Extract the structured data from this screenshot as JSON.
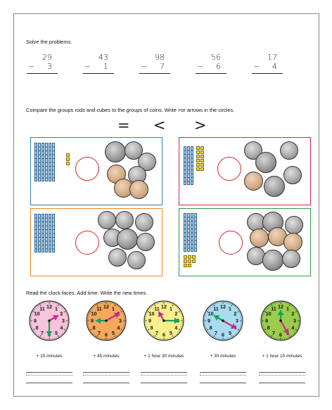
{
  "section1": {
    "instruction": "Solve the problems.",
    "problems": [
      {
        "top": "29",
        "op": "−",
        "bottom": "3"
      },
      {
        "top": "43",
        "op": "−",
        "bottom": "1"
      },
      {
        "top": "98",
        "op": "−",
        "bottom": "7"
      },
      {
        "top": "56",
        "op": "−",
        "bottom": "6"
      },
      {
        "top": "17",
        "op": "−",
        "bottom": "4"
      }
    ]
  },
  "section2": {
    "instruction": "Compare the groups rods and cubes to the groups of coins. Write =or arrows in the circles.",
    "symbols": [
      "=",
      "<",
      ">"
    ],
    "box_colors": [
      "#2f7fb6",
      "#d8263e",
      "#ec8a1c",
      "#2e9b4a"
    ]
  },
  "section3": {
    "instruction": "Read the clock faces. Add time. Write the new times.",
    "captions": [
      "+ 15 minutes",
      "+ 45 minutes",
      "+ 1 hour 30 minutes",
      "+ 30 minutes",
      "+ 1 hour 15 minutes"
    ],
    "clock_colors": [
      "#f6c4dc",
      "#f4a85c",
      "#f8ef8c",
      "#a8dcf0",
      "#9acd4c"
    ],
    "numerals": [
      "12",
      "1",
      "2",
      "3",
      "4",
      "5",
      "6",
      "7",
      "8",
      "9",
      "10",
      "11"
    ]
  }
}
